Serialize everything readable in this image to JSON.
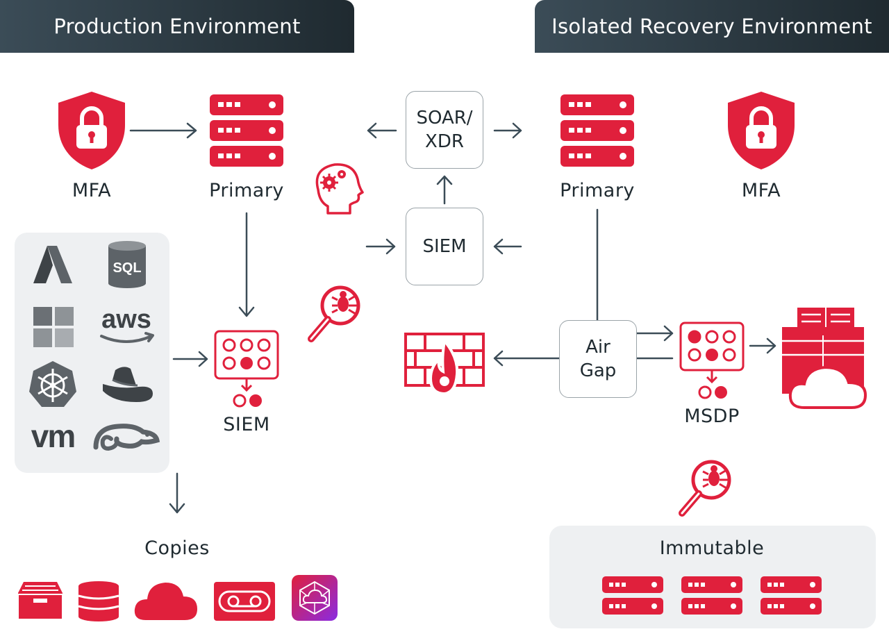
{
  "headers": {
    "production": "Production Environment",
    "recovery": "Isolated Recovery Environment"
  },
  "production": {
    "mfa_label": "MFA",
    "primary_label": "Primary",
    "siem_label": "SIEM",
    "copies_label": "Copies",
    "sources": [
      "azure-icon",
      "sql-icon",
      "windows-icon",
      "aws-icon",
      "kubernetes-icon",
      "redhat-icon",
      "vmware-icon",
      "suse-icon"
    ],
    "sql_text": "SQL",
    "aws_text": "aws",
    "vm_text": "vm",
    "copies_icons": [
      "archive-icon",
      "database-icon",
      "cloud-icon",
      "tape-icon",
      "network-cloud-icon"
    ]
  },
  "center": {
    "soar_xdr_line1": "SOAR/",
    "soar_xdr_line2": "XDR",
    "siem_label": "SIEM",
    "air_gap_line1": "Air",
    "air_gap_line2": "Gap"
  },
  "recovery": {
    "primary_label": "Primary",
    "mfa_label": "MFA",
    "msdp_label": "MSDP",
    "immutable_label": "Immutable"
  },
  "colors": {
    "accent_red": "#e0203c",
    "dark_gray": "#3b4c57",
    "icon_gray": "#5d6368",
    "panel_bg": "#eef0f2"
  }
}
